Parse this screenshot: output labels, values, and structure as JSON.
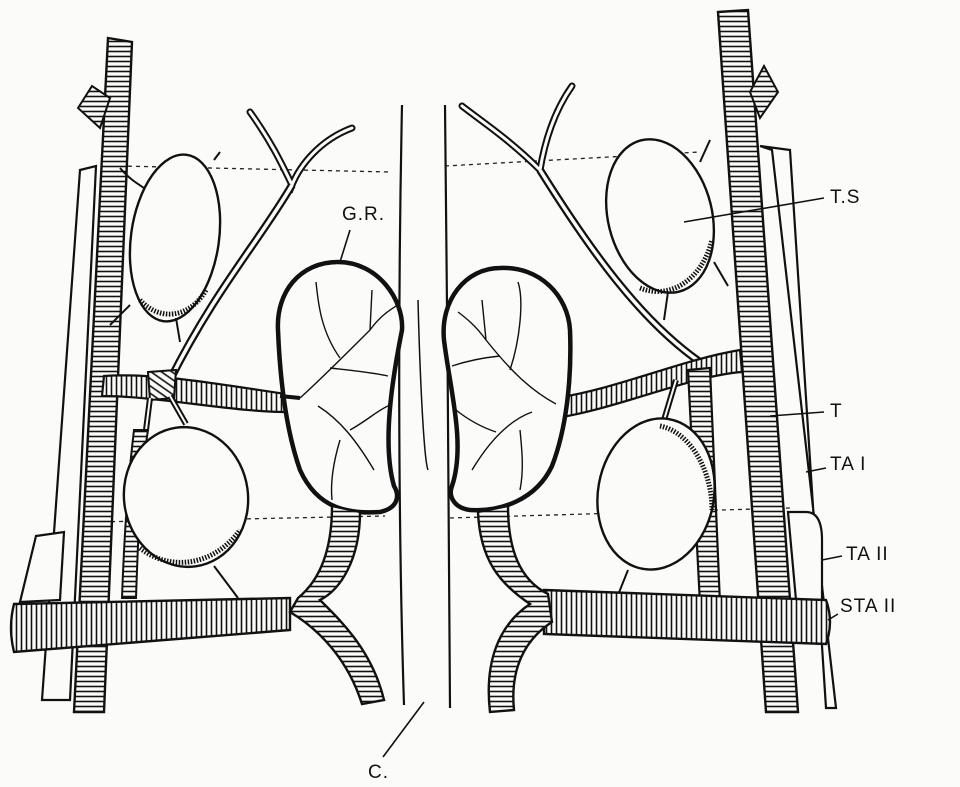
{
  "figure": {
    "labels": {
      "gr": "G.R.",
      "ts": "T.S",
      "t": "T",
      "ta1": "TA I",
      "ta2": "TA II",
      "sta2": "STA II",
      "c": "C."
    },
    "colors": {
      "ink": "#111111",
      "paper": "#fbfbfa"
    }
  }
}
